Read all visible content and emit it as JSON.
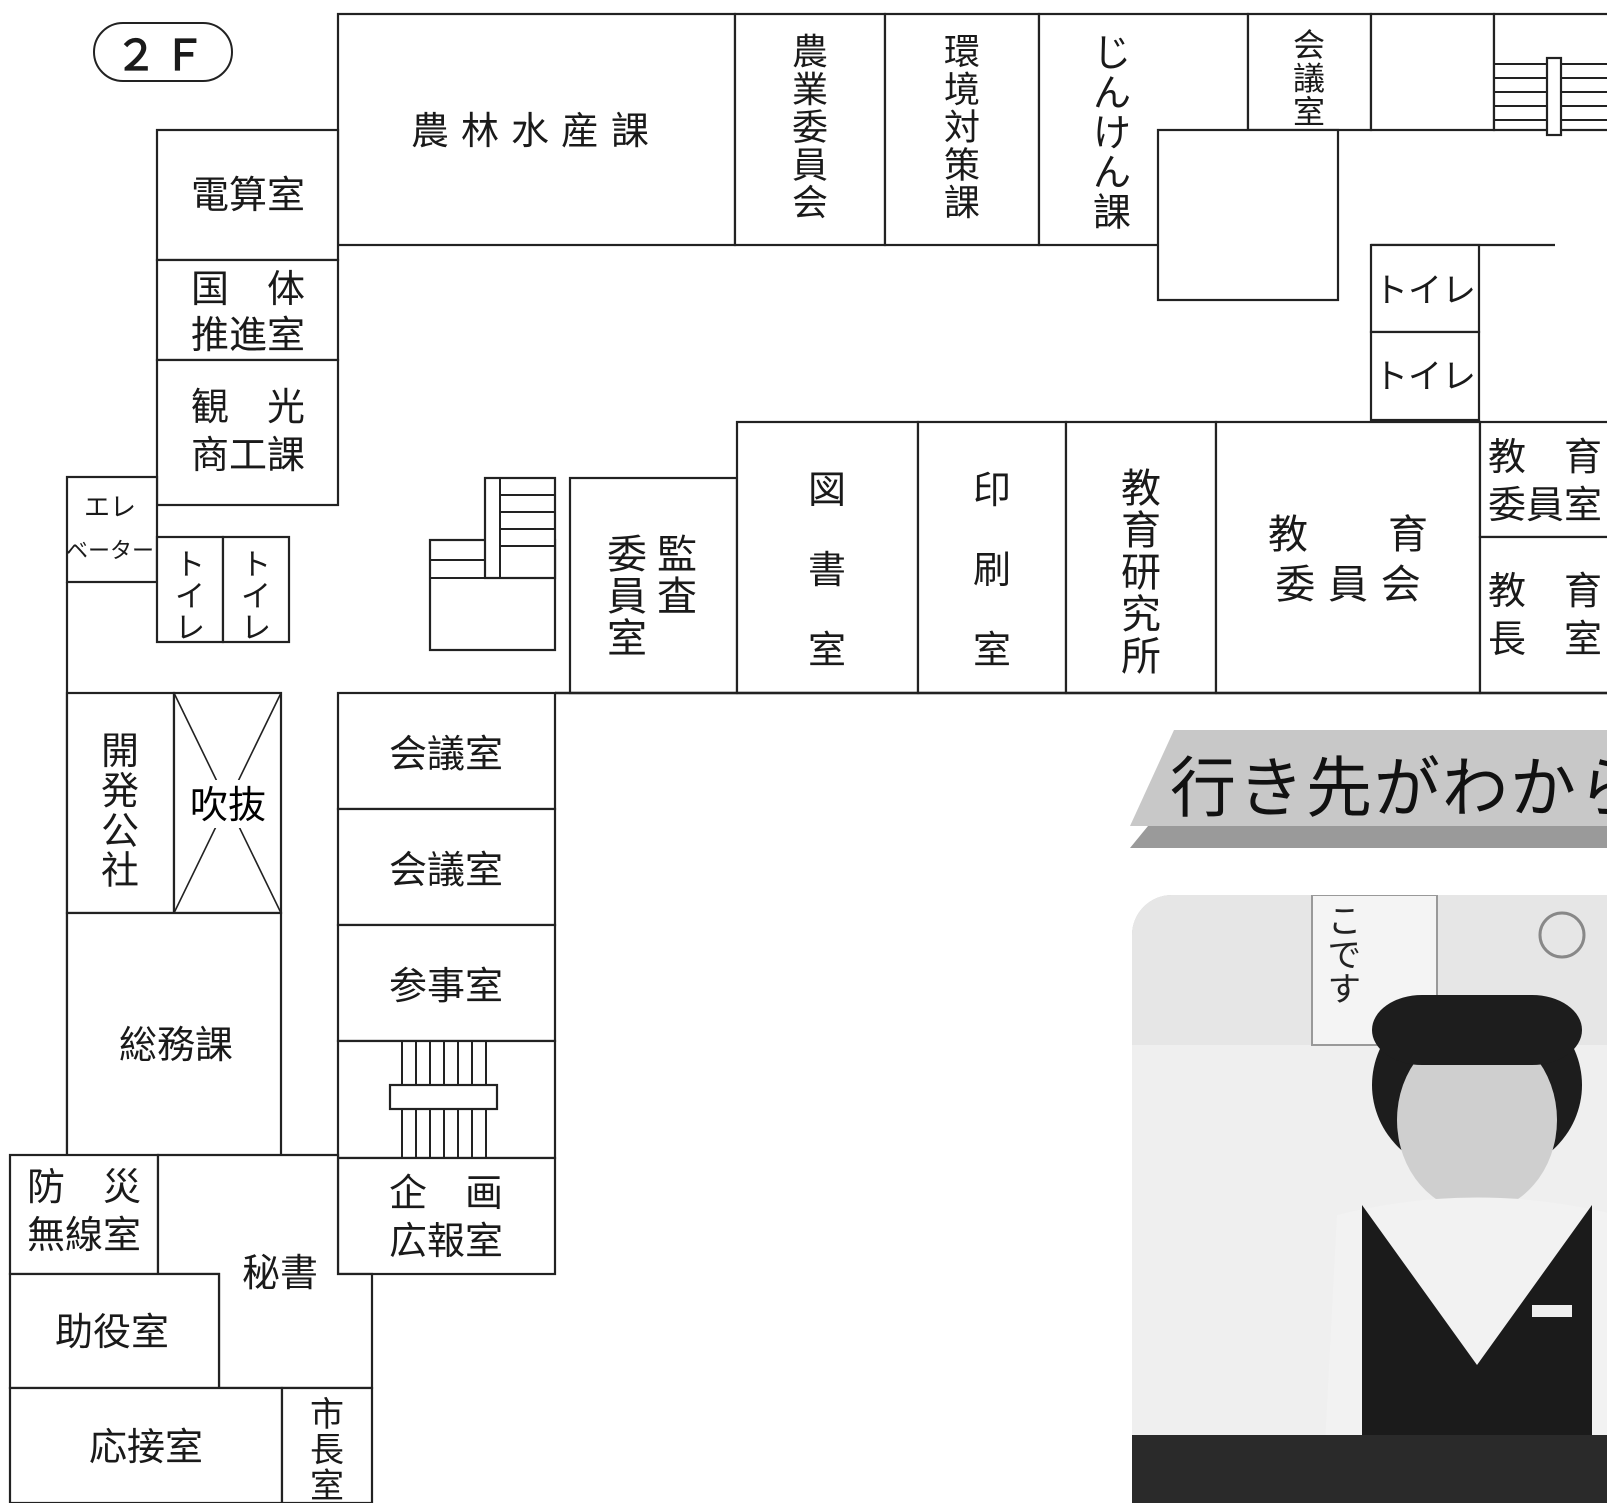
{
  "floor_label": "２Ｆ",
  "banner_text": "行き先がわから",
  "rooms": {
    "norin": "農林水産課",
    "nogyo": "農業委員会",
    "kankyo": "環境対策課",
    "jinken": "じんけん課",
    "kaigi_top": "会議室",
    "densan": "電算室",
    "kokutai_1": "国　体",
    "kokutai_2": "推進室",
    "kanko_1": "観　光",
    "kanko_2": "商工課",
    "ele_1": "エレ",
    "ele_2": "ベーター",
    "toilet_v": "トイレ",
    "toilet_h": "トイレ",
    "kansa_col1": "監査",
    "kansa_col2": "委員室",
    "tosho": "図書室",
    "insatsu": "印刷室",
    "kyoken": "教育研究所",
    "kyoiku_iinkai_1": "教　　育",
    "kyoiku_iinkai_2": "委 員 会",
    "kyoiku_iin_1": "教　育",
    "kyoiku_iin_2": "委員室",
    "kyoikucho_1": "教　育",
    "kyoikucho_2": "長　室",
    "kaihatsu": "開発公社",
    "fukinuke": "吹抜",
    "kaigi_1": "会議室",
    "kaigi_2": "会議室",
    "sanji": "参事室",
    "somu": "総務課",
    "bosai_1": "防　災",
    "bosai_2": "無線室",
    "hisho": "秘書",
    "kikaku_1": "企　画",
    "kikaku_2": "広報室",
    "joyaku": "助役室",
    "osetsu": "応接室",
    "shicho": "市長室"
  },
  "photo": {
    "sign_text": "こです"
  }
}
